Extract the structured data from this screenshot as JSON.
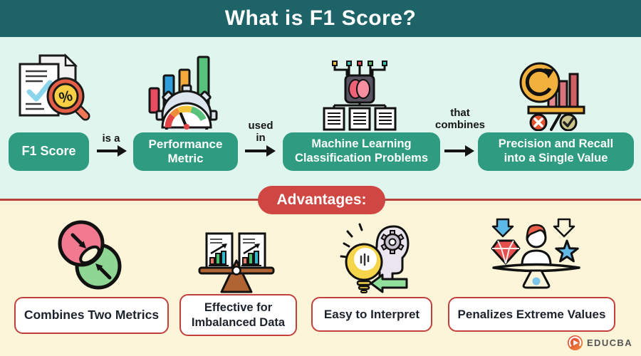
{
  "header": {
    "title": "What is F1 Score?"
  },
  "flow": {
    "boxes": [
      {
        "name": "f1-score",
        "lines": [
          "F1 Score"
        ]
      },
      {
        "name": "performance-metric",
        "lines": [
          "Performance",
          "Metric"
        ]
      },
      {
        "name": "ml-classification",
        "lines": [
          "Machine Learning",
          "Classification Problems"
        ]
      },
      {
        "name": "precision-recall",
        "lines": [
          "Precision and Recall",
          "into a Single Value"
        ]
      }
    ],
    "connectors": [
      {
        "lines": [
          "is a",
          ""
        ]
      },
      {
        "lines": [
          "used",
          "in"
        ]
      },
      {
        "lines": [
          "that",
          "combines"
        ]
      }
    ],
    "icons": [
      "report-magnifier-icon",
      "gauge-gear-chart-icon",
      "ml-chip-brain-icon",
      "combined-metric-chart-icon"
    ]
  },
  "advantages": {
    "banner": "Advantages:",
    "items": [
      {
        "icon": "venn-overlap-icon",
        "label_lines": [
          "Combines Two Metrics",
          ""
        ]
      },
      {
        "icon": "balanced-documents-icon",
        "label_lines": [
          "Effective for",
          "Imbalanced Data"
        ]
      },
      {
        "icon": "bulb-head-gear-icon",
        "label_lines": [
          "Easy to Interpret",
          ""
        ]
      },
      {
        "icon": "extremes-balance-icon",
        "label_lines": [
          "Penalizes Extreme Values",
          ""
        ]
      }
    ]
  },
  "footer": {
    "brand": "EDUCBA"
  },
  "colors": {
    "header_teal": "#1e6368",
    "flow_section_bg": "#e1f5ef",
    "box_teal": "#2f9b80",
    "banner_red": "#d04642",
    "divider_red": "#b8423d",
    "advantages_bg": "#fdf5da",
    "label_border_red": "#c2403c",
    "label_text": "#1d232c"
  }
}
